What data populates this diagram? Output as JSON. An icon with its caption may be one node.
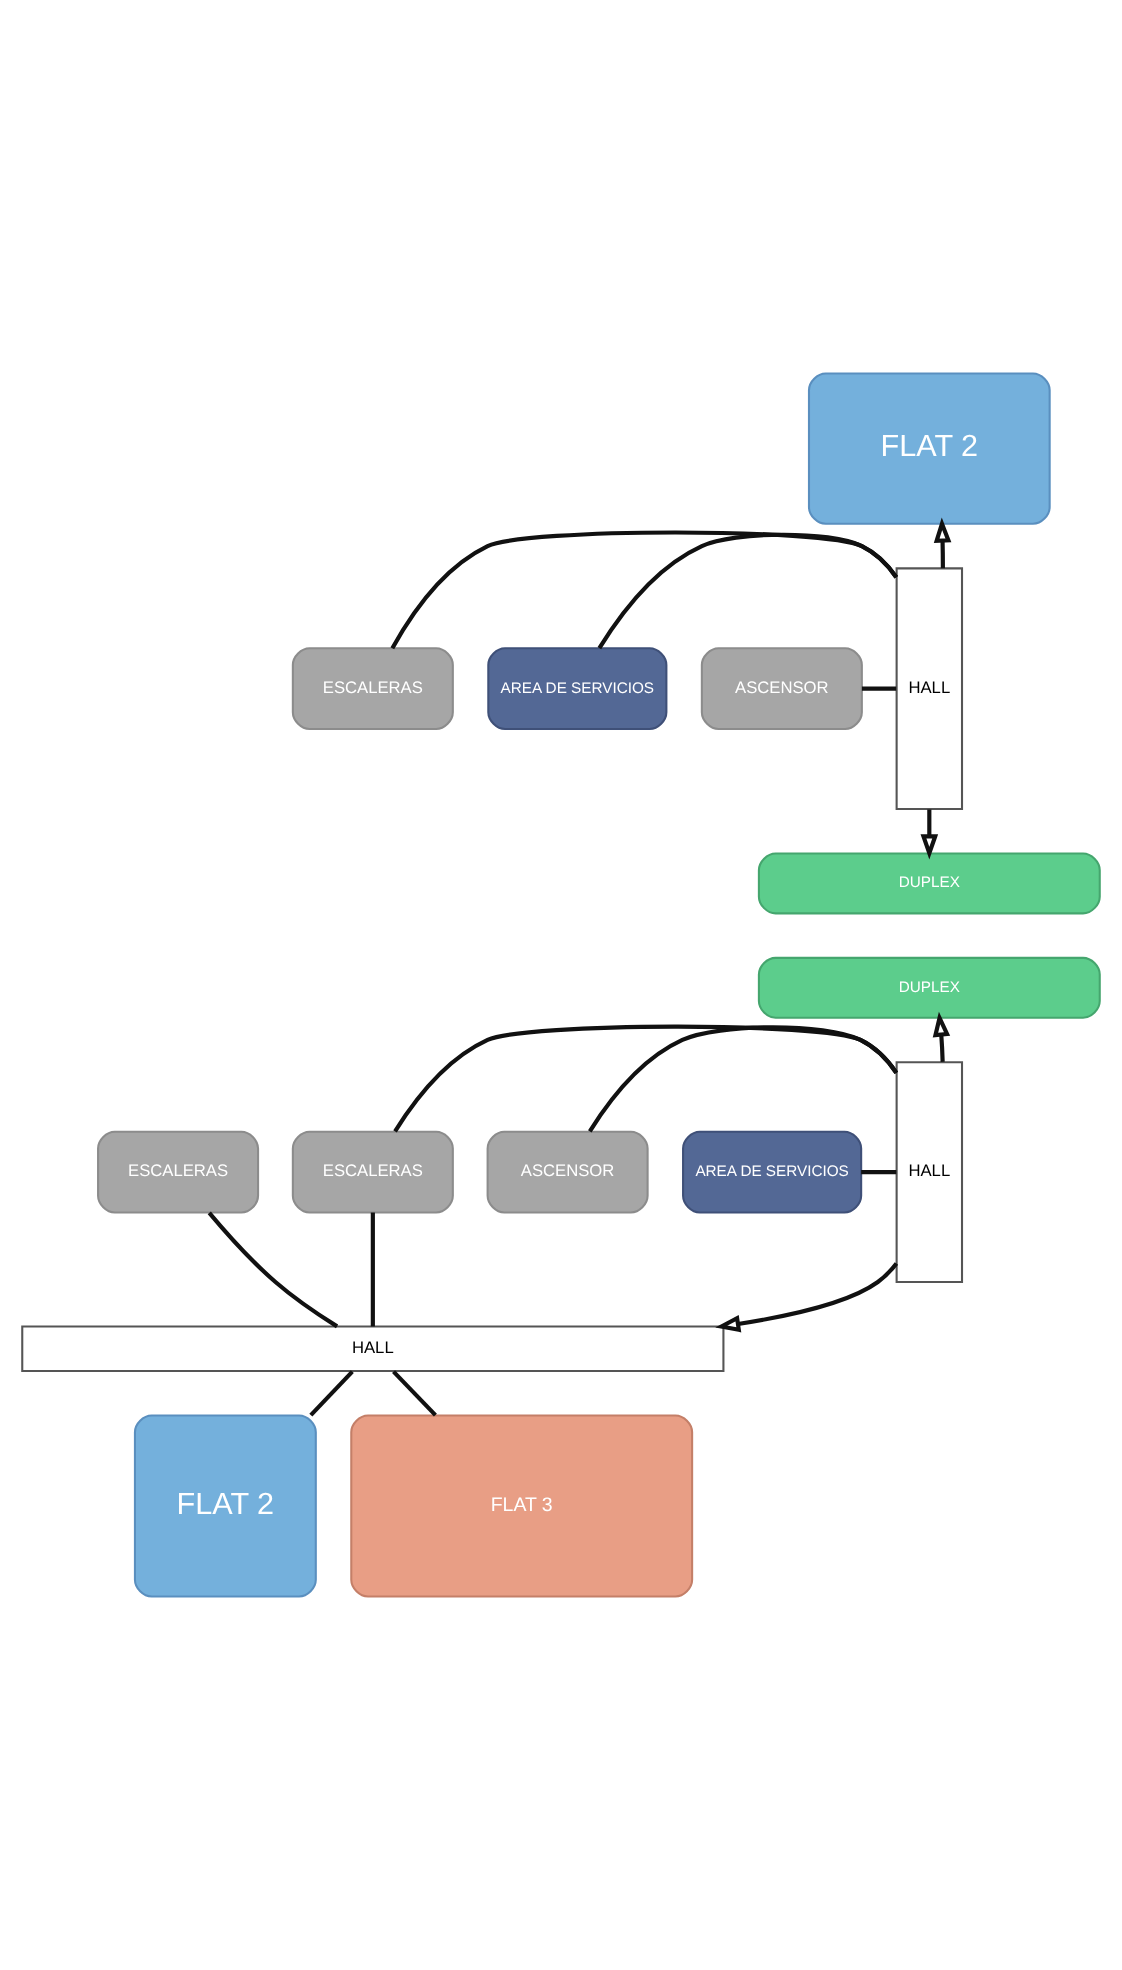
{
  "diagram": {
    "nodes": [
      {
        "text": [
          "FLAT 2"
        ]
      },
      {
        "text": [
          "HALL"
        ]
      },
      {
        "text": [
          "ESCALERAS"
        ]
      },
      {
        "text": [
          "AREA DE SERVICIOS"
        ]
      },
      {
        "text": [
          "ASCENSOR"
        ]
      },
      {
        "text": [
          "DUPLEX"
        ]
      },
      {
        "text": [
          "DUPLEX"
        ]
      },
      {
        "text": [
          "HALL"
        ]
      },
      {
        "text": [
          "ASCENSOR"
        ]
      },
      {
        "text": [
          "ESCALERAS"
        ]
      },
      {
        "text": [
          "ESCALERAS"
        ]
      },
      {
        "text": [
          "AREA DE SERVICIOS"
        ]
      },
      {
        "text": [
          "HALL"
        ]
      },
      {
        "text": [
          "FLAT 2"
        ]
      },
      {
        "text": [
          "FLAT 3"
        ]
      }
    ],
    "edges": [
      {
        "from": 1,
        "to": 0,
        "arrow": "to"
      },
      {
        "from": 1,
        "to": 5,
        "arrow": "to"
      },
      {
        "from": 2,
        "to": 1,
        "arrow": "none"
      },
      {
        "from": 3,
        "to": 1,
        "arrow": "none"
      },
      {
        "from": 4,
        "to": 1,
        "arrow": "none"
      },
      {
        "from": 7,
        "to": 6,
        "arrow": "to"
      },
      {
        "from": 7,
        "to": 12,
        "arrow": "to"
      },
      {
        "from": 8,
        "to": 7,
        "arrow": "none"
      },
      {
        "from": 10,
        "to": 7,
        "arrow": "none"
      },
      {
        "from": 11,
        "to": 7,
        "arrow": "none"
      },
      {
        "from": 9,
        "to": 12,
        "arrow": "none"
      },
      {
        "from": 10,
        "to": 12,
        "arrow": "none"
      },
      {
        "from": 12,
        "to": 13,
        "arrow": "none"
      },
      {
        "from": 12,
        "to": 14,
        "arrow": "none"
      }
    ]
  }
}
